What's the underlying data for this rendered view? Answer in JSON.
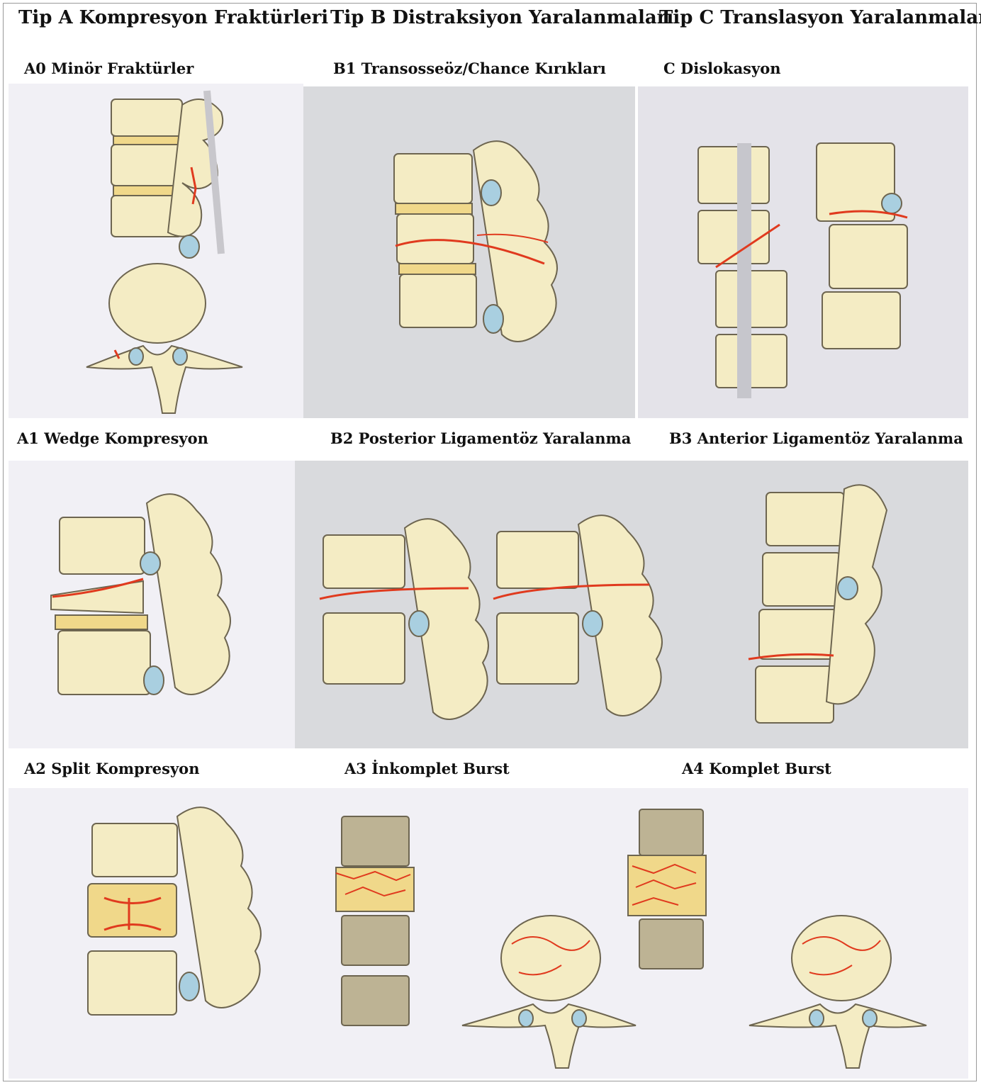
{
  "headers": {
    "typeA": "Tip A Kompresyon Fraktürleri",
    "typeB": "Tip B Distraksiyon Yaralanmaları",
    "typeC": "Tip C Translasyon Yaralanmaları"
  },
  "row1": {
    "a0": "A0 Minör Fraktürler",
    "b1": "B1 Transosseöz/Chance Kırıkları",
    "c": "C Dislokasyon"
  },
  "row2": {
    "a1": "A1 Wedge Kompresyon",
    "b2": "B2 Posterior Ligamentöz Yaralanma",
    "b3": "B3 Anterior Ligamentöz Yaralanma"
  },
  "row3": {
    "a2": "A2 Split Kompresyon",
    "a3": "A3 İnkomplet Burst",
    "a4": "A4 Komplet Burst"
  },
  "colors": {
    "bone": "#f4ecc4",
    "bone_outline": "#6d6550",
    "disc": "#f0d88a",
    "fracture": "#e03a1e",
    "ligament_blue": "#a9cfe0",
    "panel_light": "#efeef4",
    "panel_gray": "#d9dadd"
  }
}
